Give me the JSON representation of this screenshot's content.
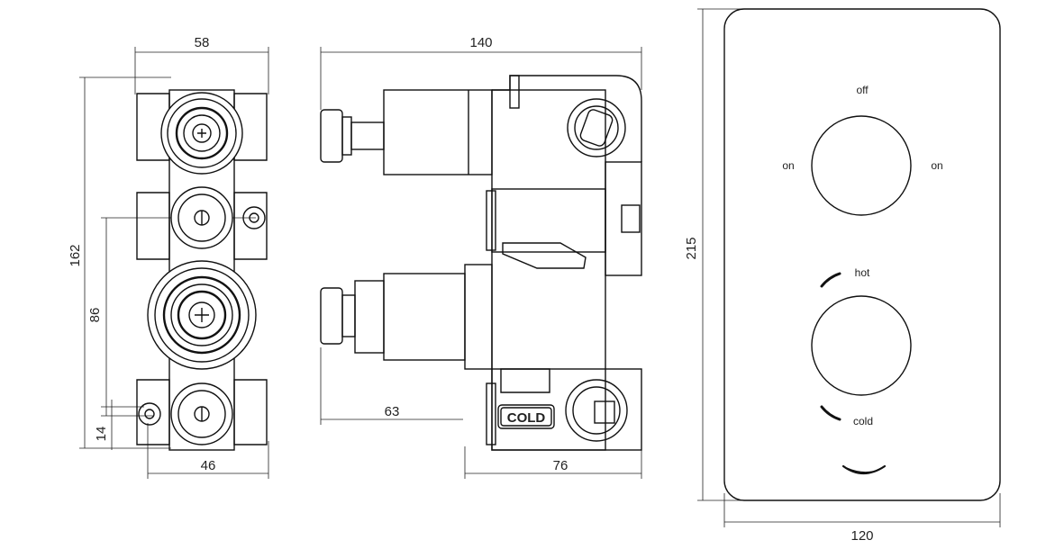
{
  "dimensions": {
    "front_width_top": "58",
    "front_height": "162",
    "front_inner_height": "86",
    "front_offset": "14",
    "front_width_bottom": "46",
    "side_depth": "140",
    "side_offset": "63",
    "side_body": "76",
    "plate_height": "215",
    "plate_width": "120"
  },
  "plate_labels": {
    "off": "off",
    "on_left": "on",
    "on_right": "on",
    "hot": "hot",
    "cold": "cold"
  },
  "body_label": "COLD",
  "colors": {
    "line": "#111111",
    "background": "#ffffff"
  }
}
